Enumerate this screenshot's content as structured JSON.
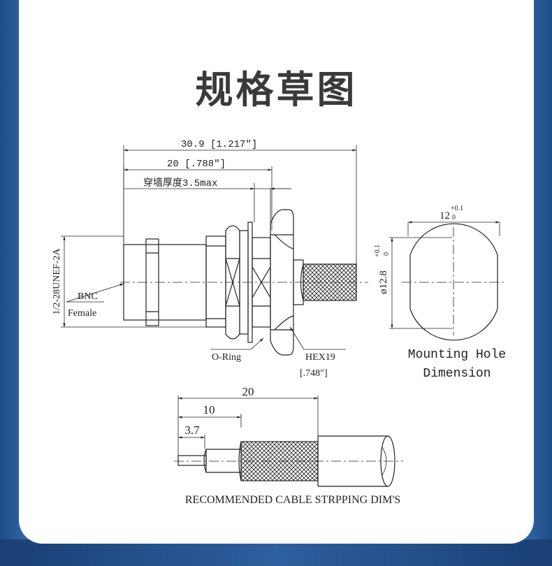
{
  "title": "规格草图",
  "connector": {
    "dim_overall": "30.9 [1.217″]",
    "dim_body": "20 [.788″]",
    "dim_panel": "穿墙厚度3.5max",
    "thread_label": "1/2-28UNEF-2A",
    "bnc_label": "BNC",
    "female_label": "Female",
    "oring_label": "O-Ring",
    "hex_label": "HEX19",
    "hex_inch_label": "[.748″]"
  },
  "mounting_hole": {
    "width_base": "12",
    "width_tol_upper": "+0.1",
    "width_tol_lower": "0",
    "diameter_label": "ø12.8",
    "diameter_tol_upper": "+0.1",
    "diameter_tol_lower": "0",
    "caption_line1": "Mounting Hole",
    "caption_line2": "Dimension"
  },
  "cable_stripping": {
    "dim_20": "20",
    "dim_10": "10",
    "dim_3_7": "3.7",
    "caption": "RECOMMENDED CABLE STRPPING DIM'S"
  },
  "colors": {
    "background": "#4d84c0",
    "card": "#ffffff",
    "title": "#3a3a3a",
    "line": "#222222"
  }
}
